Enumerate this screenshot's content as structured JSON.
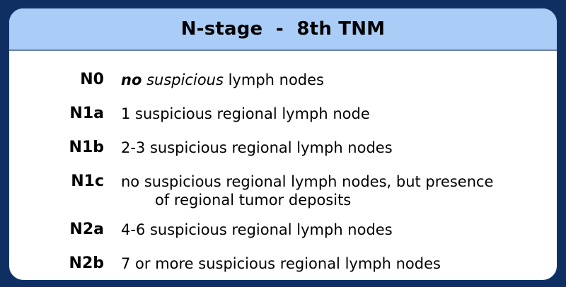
{
  "header": {
    "title": "N-stage  -  8th TNM"
  },
  "rows": [
    {
      "code": "N0",
      "desc_parts": {
        "bold_italic": "no",
        "italic": "suspicious",
        "rest": " lymph nodes"
      }
    },
    {
      "code": "N1a",
      "desc": "1 suspicious regional lymph node"
    },
    {
      "code": "N1b",
      "desc": "2-3 suspicious regional lymph nodes"
    },
    {
      "code": "N1c",
      "desc_line1": "no suspicious regional lymph nodes, but presence",
      "desc_line2": "of regional tumor deposits"
    },
    {
      "code": "N2a",
      "desc": "4-6 suspicious regional lymph nodes"
    },
    {
      "code": "N2b",
      "desc": "7 or more suspicious regional lymph nodes"
    }
  ],
  "colors": {
    "frame": "#0f2f62",
    "header_bg": "#a9cdf7",
    "card_bg": "#ffffff"
  }
}
